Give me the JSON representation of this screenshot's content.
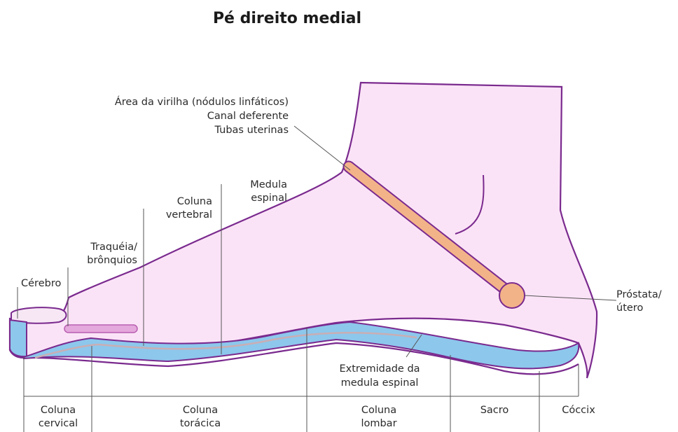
{
  "title": "Pé direito medial",
  "colors": {
    "foot_fill": "#fbe3f7",
    "outline": "#7a2a8e",
    "spine_band": "#8dc7ec",
    "cord_line": "#c9aeb4",
    "reproductive_duct": "#f3b389",
    "trachea": "#e4a8dc",
    "nail": "#f7e7f5"
  },
  "labels": {
    "groin_line1": "Área da virilha (nódulos linfáticos)",
    "groin_line2": "Canal deferente",
    "groin_line3": "Tubas uterinas",
    "medula_line1": "Medula",
    "medula_line2": "espinal",
    "coluna_vert_line1": "Coluna",
    "coluna_vert_line2": "vertebral",
    "traqueia_line1": "Traquéia/",
    "traqueia_line2": "brônquios",
    "cerebro": "Cérebro",
    "prostata_line1": "Próstata/",
    "prostata_line2": "útero",
    "extremidade_line1": "Extremidade da",
    "extremidade_line2": "medula espinal"
  },
  "sections": [
    {
      "line1": "Coluna",
      "line2": "cervical"
    },
    {
      "line1": "Coluna",
      "line2": "torácica"
    },
    {
      "line1": "Coluna",
      "line2": "lombar"
    },
    {
      "line1": "Sacro",
      "line2": ""
    },
    {
      "line1": "Cóccix",
      "line2": ""
    }
  ]
}
